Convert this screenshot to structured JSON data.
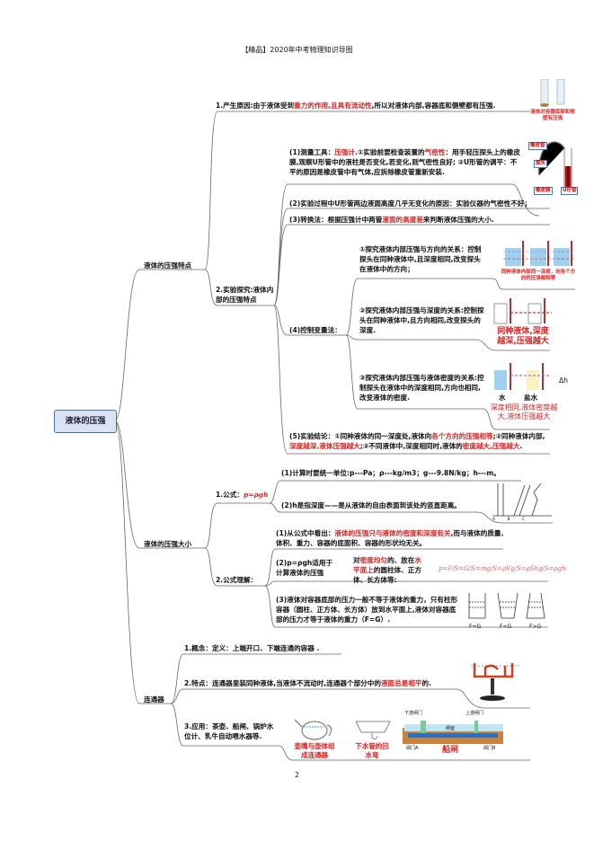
{
  "header": "【精品】2020年中考物理知识导图",
  "root": "液体的压强",
  "page_number": "2",
  "branch1": {
    "label": "液体的压强特点",
    "cause": [
      "1.产生原因:由于液体受到",
      "重力的作用,且具有流动性",
      ",所以对液体内部,容器底和侧壁都有压强."
    ],
    "cause_caption": "液体对容器底部和侧壁有压强",
    "exp_label": "2.实验探究:液体内部的压强特点",
    "tool": [
      "(1)测量工具：",
      "压强计",
      ".①实验前要检查装置的",
      "气密性",
      "：用手轻压探头上的橡皮膜,观察U形管中的液柱是否变化,若变化,则气密性良好; ②U形管的调平：不平的原因是橡皮管中有气体,应拆除橡皮管重新安装."
    ],
    "tool_labels": [
      "橡皮管",
      "探头",
      "橡皮膜",
      "U形管"
    ],
    "step2": "(2)实验过程中U形管两边液面高度几乎无变化的原因：实验仪器的气密性不好；",
    "step3": [
      "(3)转换法：根据压强计中两管",
      "液面的高度差",
      "来判断液体压强的大小."
    ],
    "step4": "(4)控制变量法：",
    "sub1": "①探究液体内部压强与方向的关系：控制探头在同种液体中,且深度相同,改变探头在液体中的方向；",
    "sub1_caption": "同种液体内部同一深度，向各个方向的压强都相等",
    "sub2": "②探究液体内部压强与深度的关系:控制探头在同种液体中,且方向相同,改变探头的深度.",
    "sub2_caption": "同种液体,深度越深,压强越大",
    "sub3": "③探究液体内部压强与液体密度的关系:控制探头在液体中的深度相同,方向也相同,改变液体的密度.",
    "sub3_labels": [
      "水",
      "盐水",
      "Δh"
    ],
    "sub3_caption": "深度相同,液体密度越大,液体压强越大",
    "step5": [
      "(5)实验结论：①同种液体的同一深度处,液体向",
      "各个方向的压强相等",
      ";②同种液体内部,",
      "深度越深,液体压强越大",
      ";③不同液体中,深度相同时,液体的",
      "密度越大,压强越大",
      "."
    ]
  },
  "branch2": {
    "label": "液体的压强大小",
    "formula_label": "1.公式：",
    "formula": "p=ρgh",
    "unit": "(1)计算时要统一单位:p---Pa；ρ---kg/m3；g---9.8N/kg；h---m。",
    "depth": "(2)h是指深度——是从液体的自由表面到该处的竖直距离。",
    "depth_fig_labels": [
      "A",
      "B",
      "C"
    ],
    "understand_label": "2.公式理解：",
    "u1": [
      "(1)从公式中看出：",
      "液体的压强只与液体的密度和深度有关",
      ",而与液体的质量、体积、重力、容器的底面积、容器的形状均无关。"
    ],
    "u2": "(2)p=ρgh适用于计算液体的压强",
    "u2b": [
      "对",
      "密度均匀",
      "的、放在",
      "水平面上",
      "的圆柱体、正方体、长方体等:"
    ],
    "u2_formula": "p=F/S=G/S=mg/S=ρVg/S=ρShg/S=ρgh",
    "u3": "(3)液体对容器底部的压力一般不等于液体的重力，只有柱形容器（圆柱、正方体、长方体）放到水平面上,液体对容器底部的压力才等于液体的重力（F=G）.",
    "u3_labels": [
      "F=G",
      "F<G",
      "F>G"
    ]
  },
  "branch3": {
    "label": "连通器",
    "c1": "1.概念：定义：上端开口、下端连通的容器 .",
    "c2": [
      "2.特点：连通器里装同种液体,当液体不流动时,连通器个部分中的",
      "液面总是相平",
      "的."
    ],
    "c3": "3.应用：茶壶、船闸、锅炉水位计、乳牛自动喂水器等.",
    "captions": [
      "壶嘴与壶体组成连通器",
      "下水管的回水弯",
      "船闸"
    ],
    "lock_labels": [
      "下游闸门",
      "上游闸门",
      "闸室",
      "阀门A",
      "阀门B"
    ]
  },
  "colors": {
    "accent": "#e02020",
    "line": "#555555"
  }
}
